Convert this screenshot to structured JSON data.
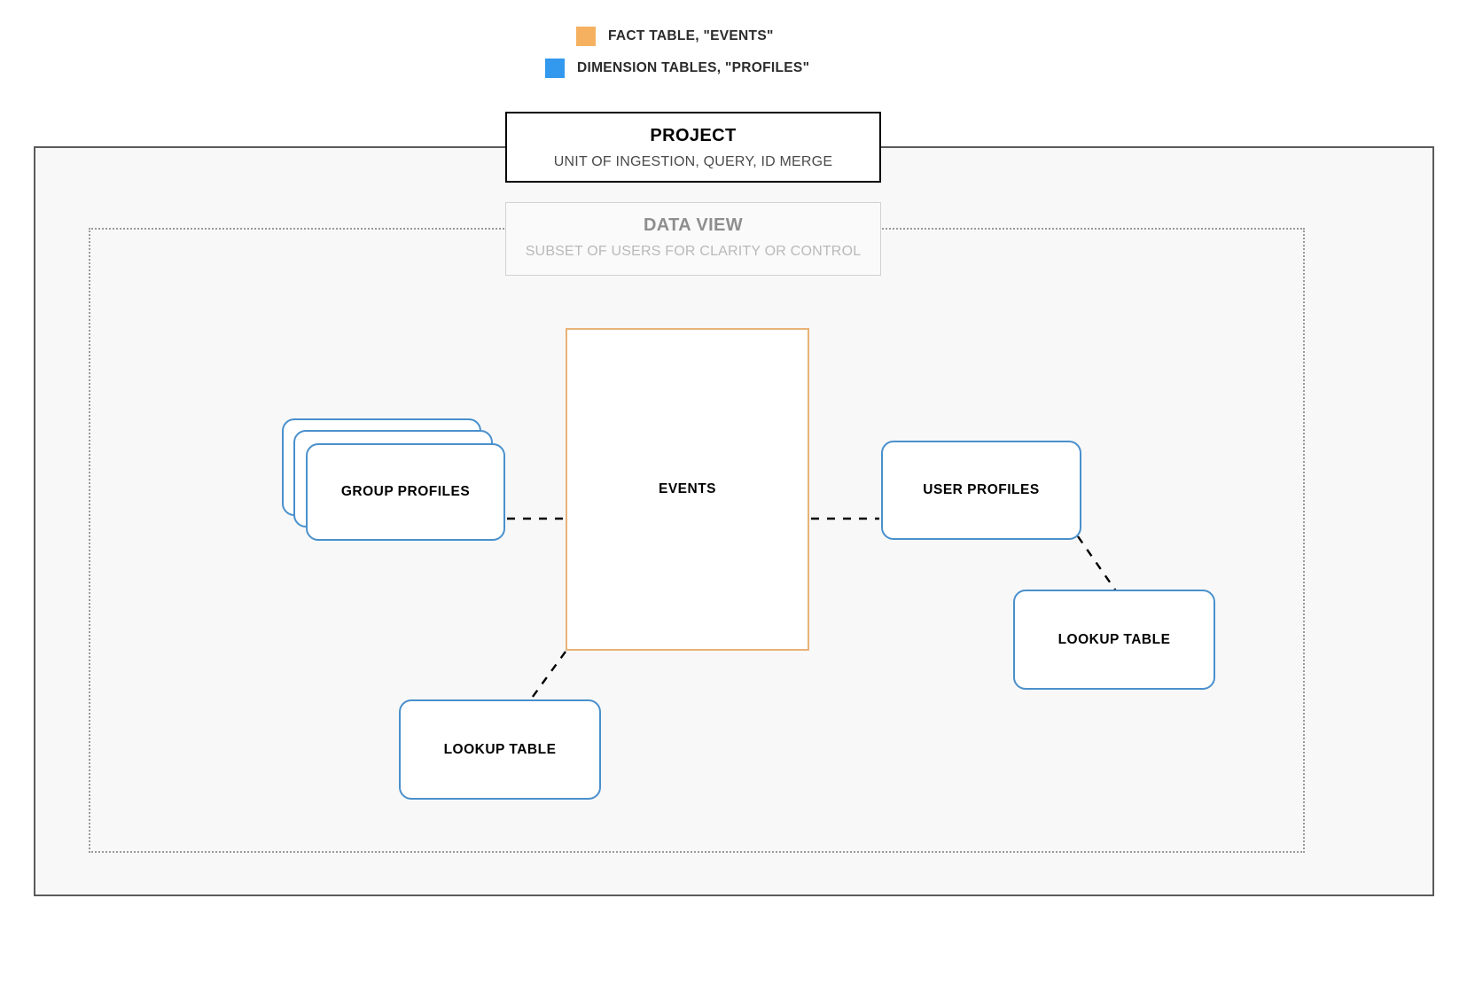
{
  "legend": {
    "items": [
      {
        "label": "FACT TABLE, \"EVENTS\"",
        "color": "#f5b160",
        "icon": "square-swatch-icon"
      },
      {
        "label": "DIMENSION TABLES, \"PROFILES\"",
        "color": "#3399ef",
        "icon": "square-swatch-icon"
      }
    ]
  },
  "project": {
    "title": "PROJECT",
    "subtitle": "UNIT OF INGESTION, QUERY, ID MERGE",
    "border_color": "#000000"
  },
  "data_view": {
    "title": "DATA VIEW",
    "subtitle": "SUBSET OF USERS FOR CLARITY OR CONTROL",
    "border_color": "#d2d2d2"
  },
  "nodes": {
    "events": {
      "label": "EVENTS",
      "color": "#e8b276"
    },
    "group_profiles": {
      "label": "GROUP PROFILES",
      "color": "#4a90cc",
      "stack_count": 3
    },
    "user_profiles": {
      "label": "USER PROFILES",
      "color": "#4a90cc"
    },
    "lookup_table_right": {
      "label": "LOOKUP TABLE",
      "color": "#4a90cc"
    },
    "lookup_table_left": {
      "label": "LOOKUP TABLE",
      "color": "#4a90cc"
    }
  },
  "connectors": [
    {
      "name": "group-profiles-to-events",
      "style": "dashed",
      "color": "#000000"
    },
    {
      "name": "events-to-user-profiles",
      "style": "dashed",
      "color": "#000000"
    },
    {
      "name": "user-profiles-to-lookup-table-right",
      "style": "dashed",
      "color": "#000000"
    },
    {
      "name": "events-to-lookup-table-left",
      "style": "dashed",
      "color": "#000000"
    }
  ]
}
